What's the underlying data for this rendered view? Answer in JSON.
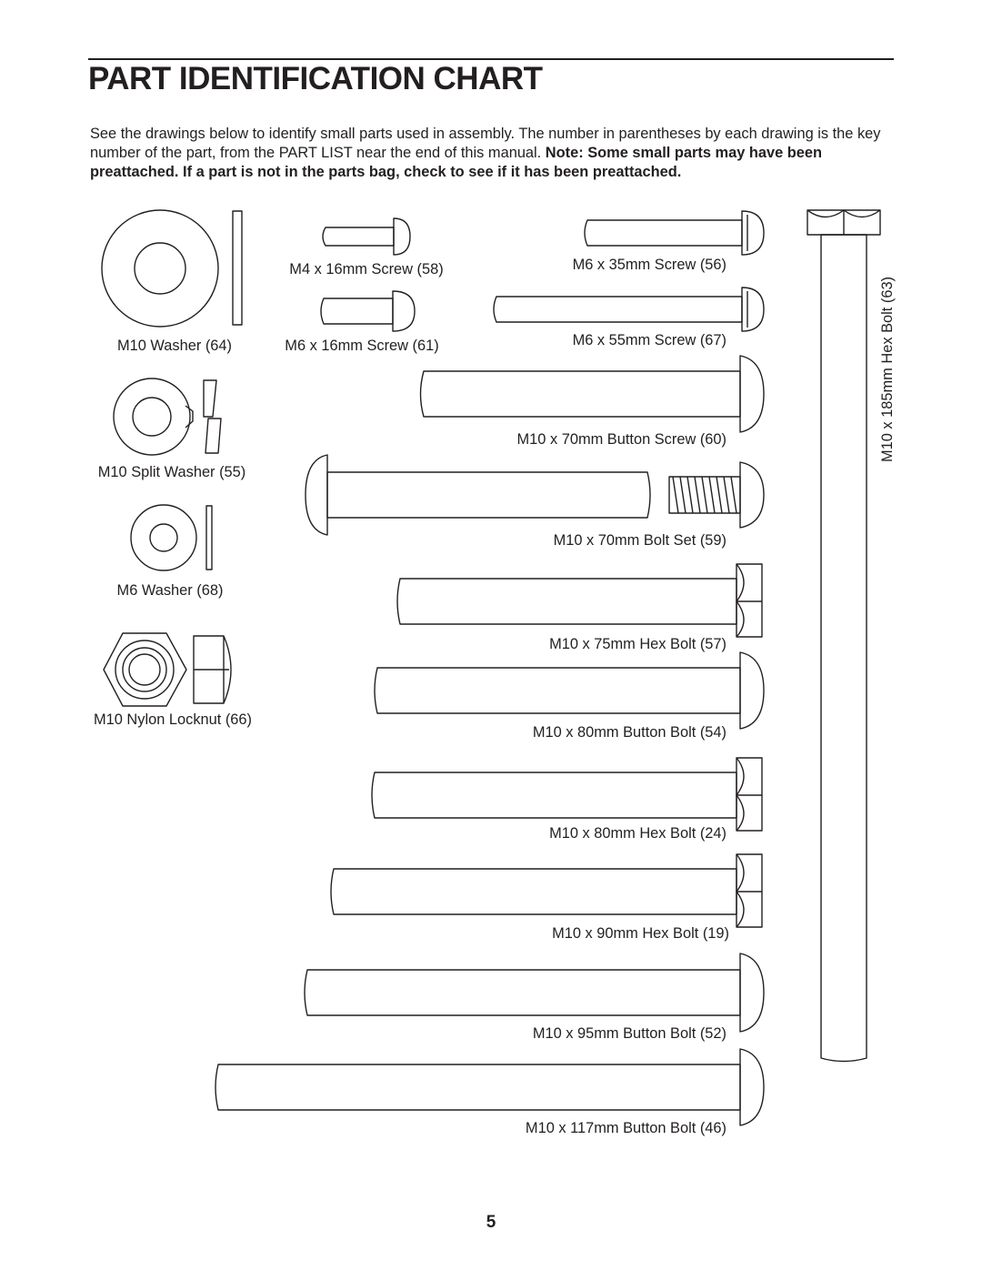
{
  "heading": {
    "title": "PART IDENTIFICATION CHART"
  },
  "intro": {
    "text": "See the drawings below to identify small parts used in assembly. The number in parentheses by each drawing is the key number of the part, from the PART LIST near the end of this manual. ",
    "note": "Note: Some small parts may have been preattached. If a part is not in the parts bag, check to see if it has been preattached."
  },
  "parts": {
    "m10_washer": "M10 Washer (64)",
    "m10_split_washer": "M10 Split Washer (55)",
    "m6_washer": "M6 Washer (68)",
    "m10_nylon_locknut": "M10 Nylon Locknut (66)",
    "m4_16_screw": "M4 x 16mm Screw (58)",
    "m6_16_screw": "M6 x 16mm Screw (61)",
    "m6_35_screw": "M6 x 35mm Screw (56)",
    "m6_55_screw": "M6 x 55mm Screw (67)",
    "m10_70_button_screw": "M10 x 70mm Button Screw (60)",
    "m10_70_bolt_set": "M10 x 70mm Bolt Set (59)",
    "m10_75_hex_bolt": "M10 x 75mm Hex Bolt (57)",
    "m10_80_button_bolt": "M10 x 80mm Button Bolt (54)",
    "m10_80_hex_bolt": "M10 x 80mm Hex Bolt (24)",
    "m10_90_hex_bolt": "M10 x 90mm Hex Bolt (19)",
    "m10_95_button_bolt": "M10 x 95mm Button Bolt (52)",
    "m10_117_button_bolt": "M10 x 117mm Button Bolt (46)",
    "m10_185_hex_bolt": "M10 x 185mm Hex Bolt (63)"
  },
  "footer": {
    "page_number": "5"
  }
}
